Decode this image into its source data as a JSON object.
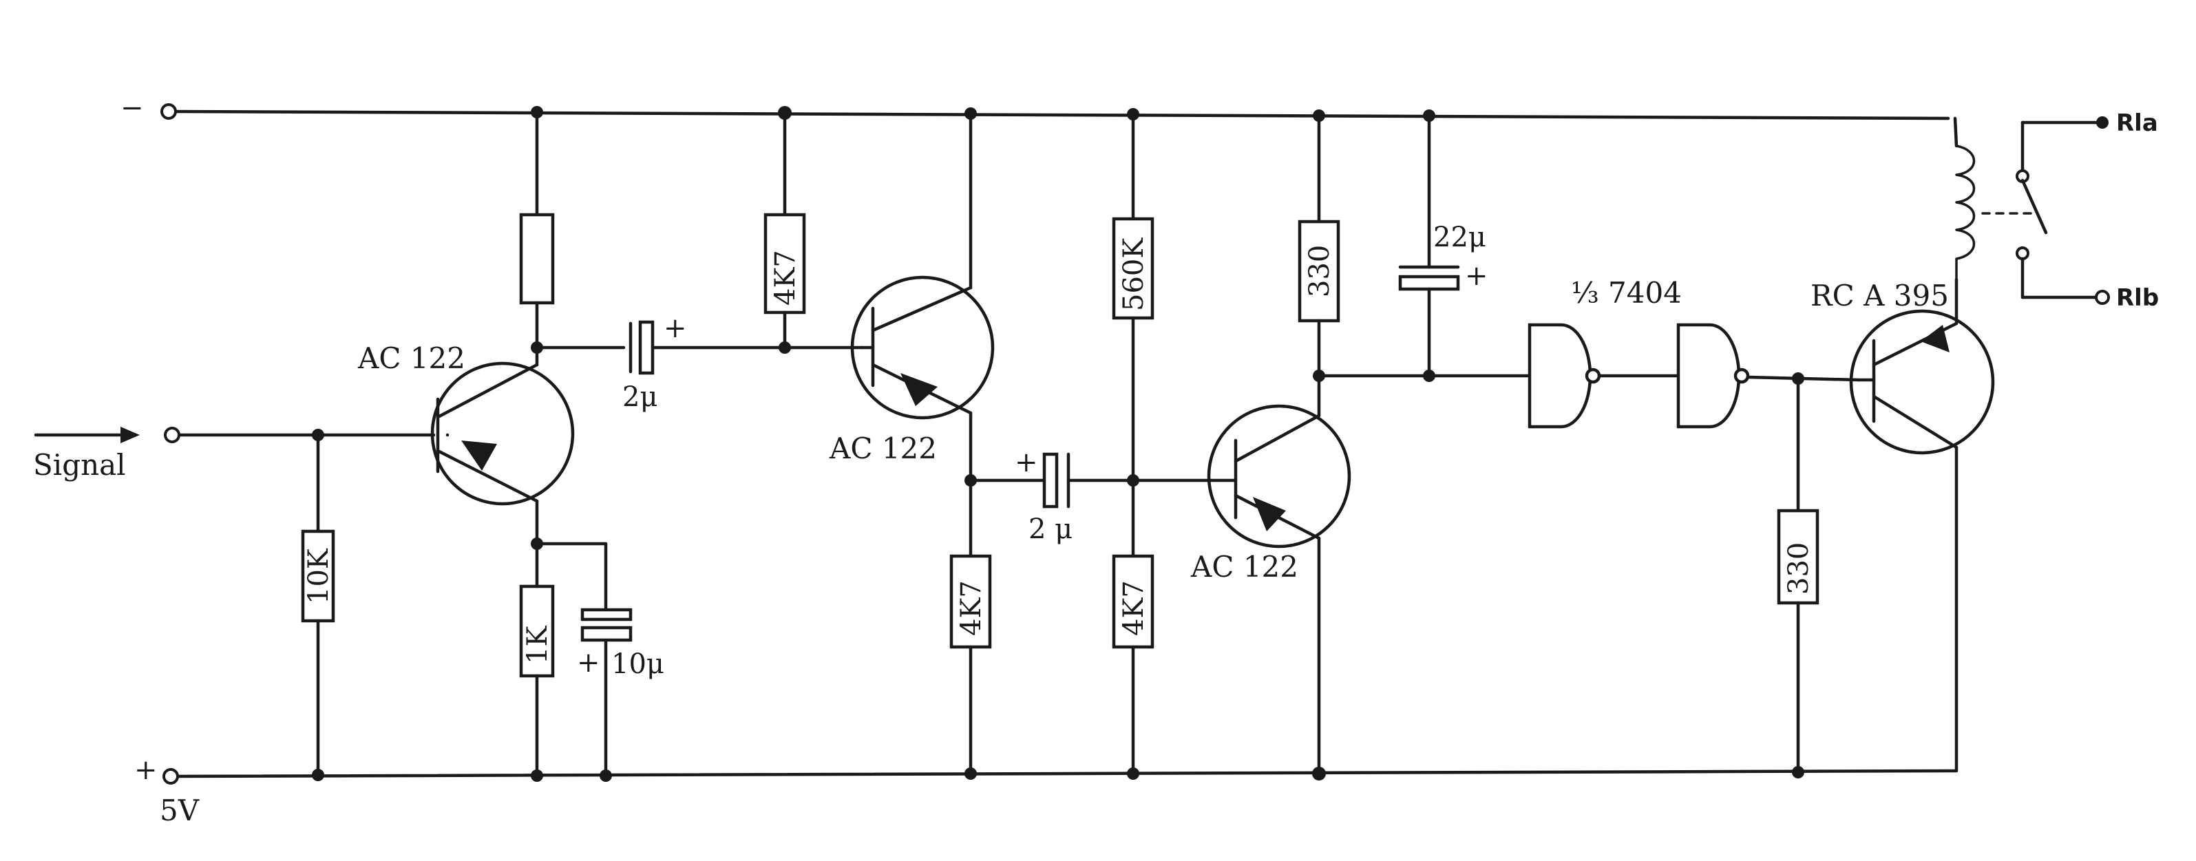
{
  "terminals": {
    "minus_symbol": "−",
    "plus_symbol": "+",
    "supply_voltage": "5V",
    "input_label": "Signal",
    "relay_contact_a": "Rla",
    "relay_contact_b": "Rlb"
  },
  "transistors": {
    "q1": "AC 122",
    "q2": "AC 122",
    "q3": "AC 122",
    "q4": "RC A 395"
  },
  "resistors": {
    "r_q2_base": "4K7",
    "r_q2_emitter": "4K7",
    "r_q3_top": "560K",
    "r_q3_bottom": "4K7",
    "r_q3_collector": "330",
    "r_q1_bias": "10K",
    "r_q1_emitter": "1K",
    "r_q4_base": "330"
  },
  "capacitors": {
    "c_q1_q2": "2μ",
    "c_q1_q2_polarity": "+",
    "c_q1_emitter": "10μ",
    "c_q1_emitter_polarity": "+",
    "c_q2_q3": "2 μ",
    "c_q2_q3_polarity": "+",
    "c_q3_collector": "22μ",
    "c_q3_collector_polarity": "+"
  },
  "logic": {
    "inverter_label": "⅓ 7404"
  }
}
